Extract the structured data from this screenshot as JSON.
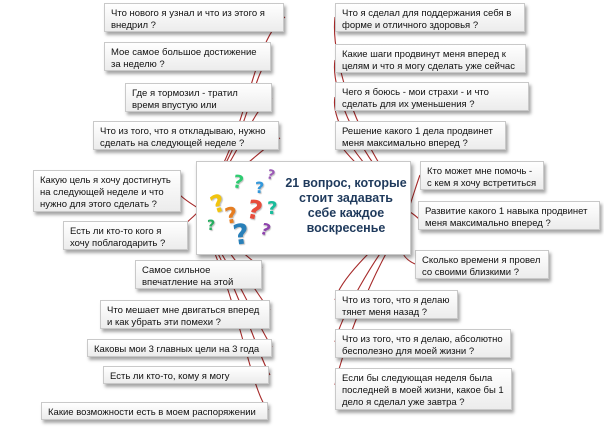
{
  "center": {
    "title": "21 вопрос, которые стоит задавать себе каждое воскресенье"
  },
  "left_questions": [
    "Что нового я узнал и что из этого я внедрил ?",
    "Мое самое большое достижение за неделю ?",
    "Где я тормозил - тратил время впустую или бездействовал ?",
    "Что из того, что я откладываю, нужно сделать на следующей неделе ?",
    "Какую цель я хочу достигнуть на следующей неделе и что нужно для этого сделать ?",
    "Есть ли кто-то кого я хочу поблагодарить ?",
    "Самое сильное впечатление на этой неделе ?",
    "Что мешает мне двигаться вперед и как убрать эти помехи ?",
    "Каковы мои 3 главных цели на 3 года ?",
    "Есть ли кто-то, кому я могу помочь ?",
    "Какие возможности есть в моем распоряжении ?"
  ],
  "right_questions": [
    "Что я сделал для поддержания себя в форме и отличного здоровья ?",
    "Какие шаги продвинут меня вперед к целям и что я могу сделать уже сейчас ?",
    "Чего я боюсь - мои страхи - и что сделать для их уменьшения ?",
    "Решение какого 1 дела продвинет меня максимально вперед ?",
    "Кто может мне помочь - с кем я хочу встретиться ?",
    "Развитие какого 1 навыка продвинет меня максимально вперед ?",
    "Сколько времени я провел со своими близкими ?",
    "Что из того, что я делаю тянет меня назад ?",
    "Что из того, что я делаю, абсолютно бесполезно для моей жизни ?",
    "Если бы следующая неделя была последней в моей жизни, какое бы 1 дело я сделал уже завтра ?"
  ],
  "colors": {
    "connector": "#a62a2a",
    "title": "#1f3a5c"
  },
  "decorations": [
    "question-marks-cluster"
  ]
}
